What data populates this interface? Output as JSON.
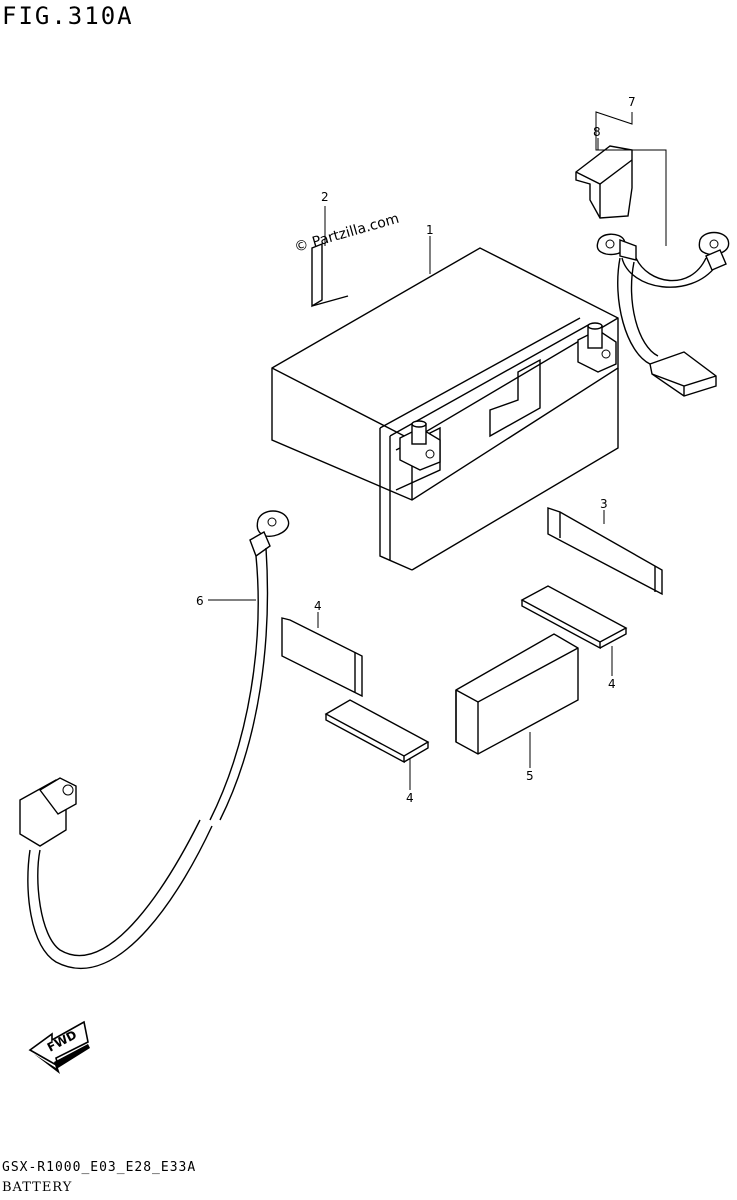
{
  "figure": {
    "title": "FIG.310A",
    "model_code": "GSX-R1000_E03_E28_E33A",
    "section_name": "BATTERY"
  },
  "watermark": "© Partzilla.com",
  "direction_badge": "FWD",
  "callouts": [
    {
      "id": "1",
      "label": "1"
    },
    {
      "id": "2",
      "label": "2"
    },
    {
      "id": "3",
      "label": "3"
    },
    {
      "id": "4a",
      "label": "4"
    },
    {
      "id": "4b",
      "label": "4"
    },
    {
      "id": "4c",
      "label": "4"
    },
    {
      "id": "5",
      "label": "5"
    },
    {
      "id": "6",
      "label": "6"
    },
    {
      "id": "7",
      "label": "7"
    },
    {
      "id": "8",
      "label": "8"
    }
  ]
}
